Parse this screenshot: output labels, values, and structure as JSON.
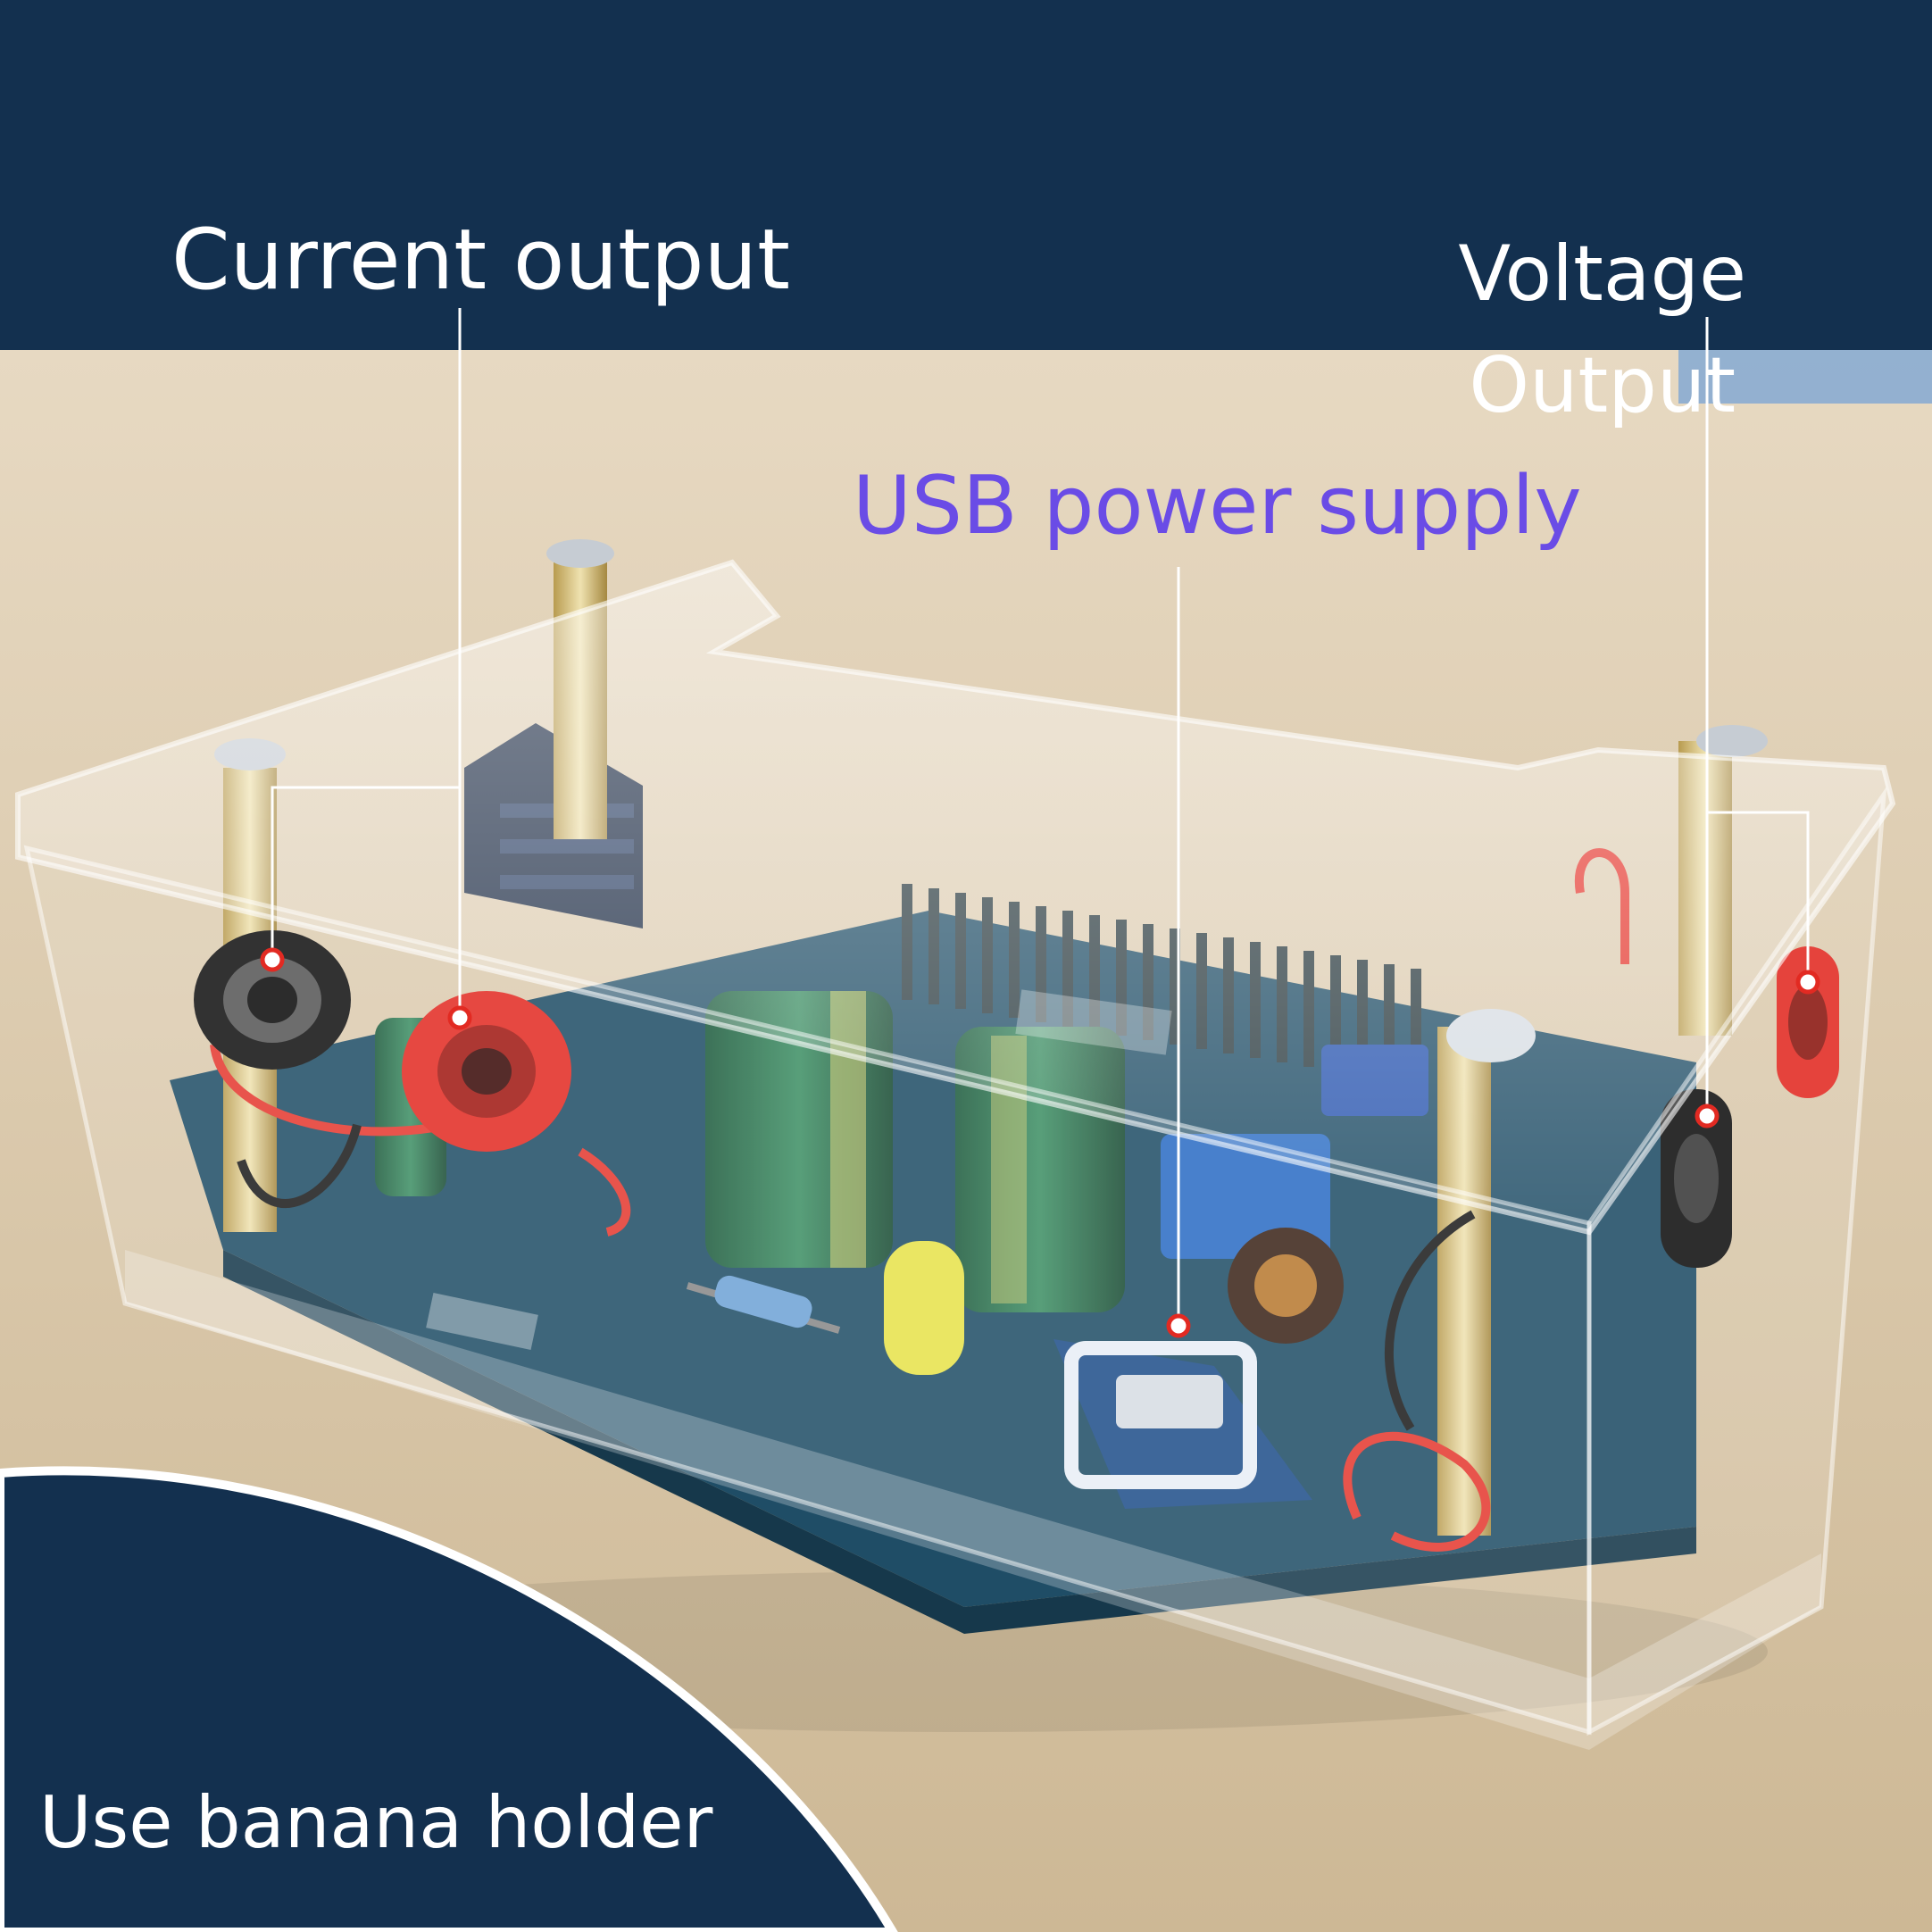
{
  "labels": {
    "current_output": "Current output",
    "voltage_output": "Voltage\nOutput",
    "usb_power_supply": "USB power supply",
    "use_banana_holder": "Use banana holder"
  },
  "colors": {
    "banner": "#13304f",
    "label_text": "#ffffff",
    "usb_label_text": "#6a4ce6",
    "table": "#d8c7ab",
    "pcb": "#1f4d66",
    "red_terminal": "#e22a22",
    "black_terminal": "#111111"
  }
}
